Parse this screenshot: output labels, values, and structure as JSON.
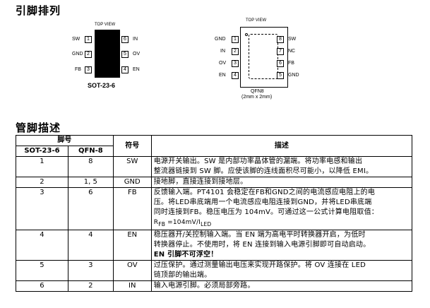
{
  "sections": {
    "pinout_title": "引脚排列",
    "description_title": "管脚描述"
  },
  "sot23": {
    "top_view": "TOP VIEW",
    "name": "SOT-23-6",
    "left_pins": [
      {
        "label": "SW",
        "num": "1"
      },
      {
        "label": "GND",
        "num": "2"
      },
      {
        "label": "FB",
        "num": "3"
      }
    ],
    "right_pins": [
      {
        "label": "IN",
        "num": "6"
      },
      {
        "label": "OV",
        "num": "5"
      },
      {
        "label": "EN",
        "num": "4"
      }
    ]
  },
  "qfn8": {
    "top_view": "TOP VIEW",
    "name": "QFN8",
    "size": "(2mm x 2mm)",
    "left_pins": [
      {
        "label": "GND",
        "num": "1"
      },
      {
        "label": "IN",
        "num": "2"
      },
      {
        "label": "OV",
        "num": "3"
      },
      {
        "label": "EN",
        "num": "4"
      }
    ],
    "right_pins": [
      {
        "label": "SW",
        "num": "8"
      },
      {
        "label": "NC",
        "num": "7"
      },
      {
        "label": "FB",
        "num": "6"
      },
      {
        "label": "GND",
        "num": "5"
      }
    ]
  },
  "table": {
    "header": {
      "pin_no": "脚号",
      "sot": "SOT-23-6",
      "qfn": "QFN-8",
      "symbol": "符号",
      "desc": "描述"
    },
    "rows": [
      {
        "sot": "1",
        "qfn": "8",
        "sym": "SW",
        "desc": [
          "电源开关输出。SW 是内部功率晶体管的漏端。将功率电感和输出",
          "整流器链接到 SW 脚。应使该脚的连线面积尽可能小，以降低 EMI。"
        ]
      },
      {
        "sot": "2",
        "qfn": "1, 5",
        "sym": "GND",
        "desc": [
          "接地脚，直接连接到接地层。"
        ]
      },
      {
        "sot": "3",
        "qfn": "6",
        "sym": "FB",
        "desc": [
          "反馈输入端。PT4101 会稳定在FB和GND之间的电流感应电阻上的电",
          "压。将LED串底端用一个电流感应电阻连接到GND，并将LED串底端",
          "同时连接到FB。稳压电压为 104mV。可通过这一公式计算电阻取值：",
          "R<sub>FB</sub> =104mV/I<sub>LED</sub>"
        ]
      },
      {
        "sot": "4",
        "qfn": "4",
        "sym": "EN",
        "desc": [
          "稳压器开/关控制输入端。当 EN 端为高电平时转换器开启，为低时",
          "转换器停止。不使用时，将 EN 连接到输入电源引脚即可自动启动。"
        ],
        "desc_bold": "EN 引脚不可浮空！"
      },
      {
        "sot": "5",
        "qfn": "3",
        "sym": "OV",
        "desc": [
          "过压保护。通过测量输出电压来实现开路保护。将 OV 连接在 LED",
          "链顶部的输出端。"
        ]
      },
      {
        "sot": "6",
        "qfn": "2",
        "sym": "IN",
        "desc": [
          "输入电源引脚。必须局部旁路。"
        ]
      }
    ]
  }
}
